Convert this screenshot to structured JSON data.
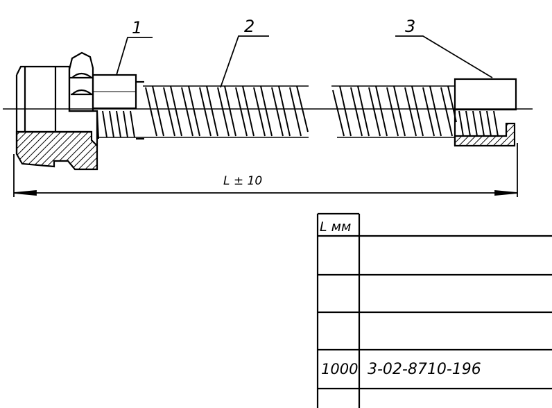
{
  "callouts": [
    {
      "label": "1"
    },
    {
      "label": "2"
    },
    {
      "label": "3"
    }
  ],
  "dimension": {
    "text": "L ± 10"
  },
  "table": {
    "header_col1": "L мм",
    "rows": [
      {
        "length": "",
        "designation": ""
      },
      {
        "length": "",
        "designation": ""
      },
      {
        "length": "",
        "designation": ""
      },
      {
        "length": "1000",
        "designation": "3-02-8710-196"
      },
      {
        "length": "",
        "designation": ""
      }
    ]
  }
}
